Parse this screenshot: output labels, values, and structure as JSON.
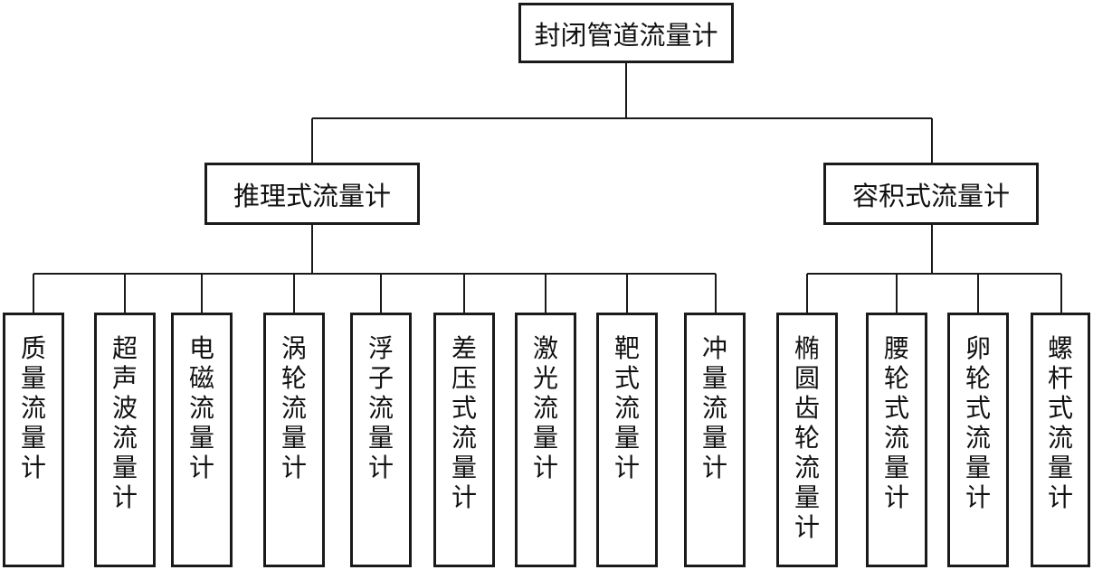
{
  "root": {
    "label": "封闭管道流量计"
  },
  "inferential": {
    "label": "推理式流量计",
    "children": [
      "质量流量计",
      "超声波流量计",
      "电磁流量计",
      "涡轮流量计",
      "浮子流量计",
      "差压式流量计",
      "激光流量计",
      "靶式流量计",
      "冲量流量计"
    ]
  },
  "volumetric": {
    "label": "容积式流量计",
    "children": [
      "椭圆齿轮流量计",
      "腰轮式流量计",
      "卵轮式流量计",
      "螺杆式流量计"
    ]
  }
}
